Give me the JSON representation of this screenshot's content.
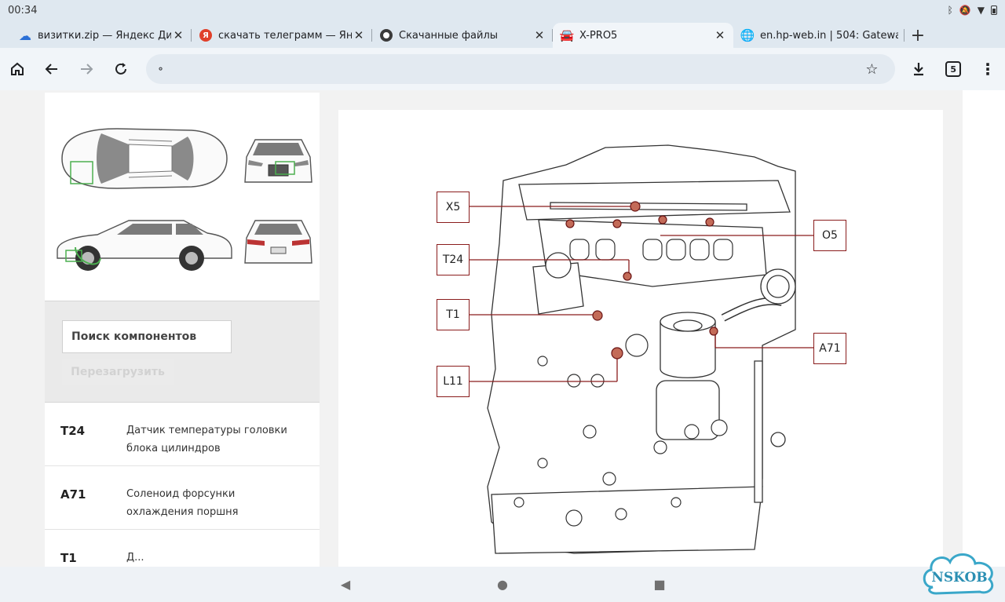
{
  "status": {
    "time": "00:34"
  },
  "tabs": [
    {
      "title": "визитки.zip — Яндекс Диск",
      "fav_color": "#2a6fd6",
      "fav_glyph": ""
    },
    {
      "title": "скачать телеграмм — Яндекс",
      "fav_color": "#e0402a",
      "fav_glyph": "Я"
    },
    {
      "title": "Скачанные файлы",
      "fav_color": "#3b3b3b",
      "fav_glyph": ""
    },
    {
      "title": "X-PRO5",
      "fav_color": "#202124",
      "fav_glyph": ""
    },
    {
      "title": "en.hp-web.in | 504: Gateway time-out",
      "fav_color": "#5f6368",
      "fav_glyph": ""
    }
  ],
  "toolbar": {
    "address_value": "",
    "address_placeholder": "",
    "tab_count": "5"
  },
  "sidebar": {
    "search_placeholder": "Поиск компонентов",
    "reload_label": "Перезагрузить",
    "components": [
      {
        "code": "T24",
        "description": "Датчик температуры головки блока цилиндров"
      },
      {
        "code": "A71",
        "description": "Соленоид форсунки охлаждения поршня"
      },
      {
        "code": "T1",
        "description": "Д..."
      }
    ]
  },
  "diagram": {
    "labels": {
      "x5": "X5",
      "t24": "T24",
      "t1": "T1",
      "l11": "L11",
      "o5": "O5",
      "a71": "A71"
    },
    "accent": "#8a1c1c"
  },
  "watermark": {
    "text": "NSKOB"
  }
}
